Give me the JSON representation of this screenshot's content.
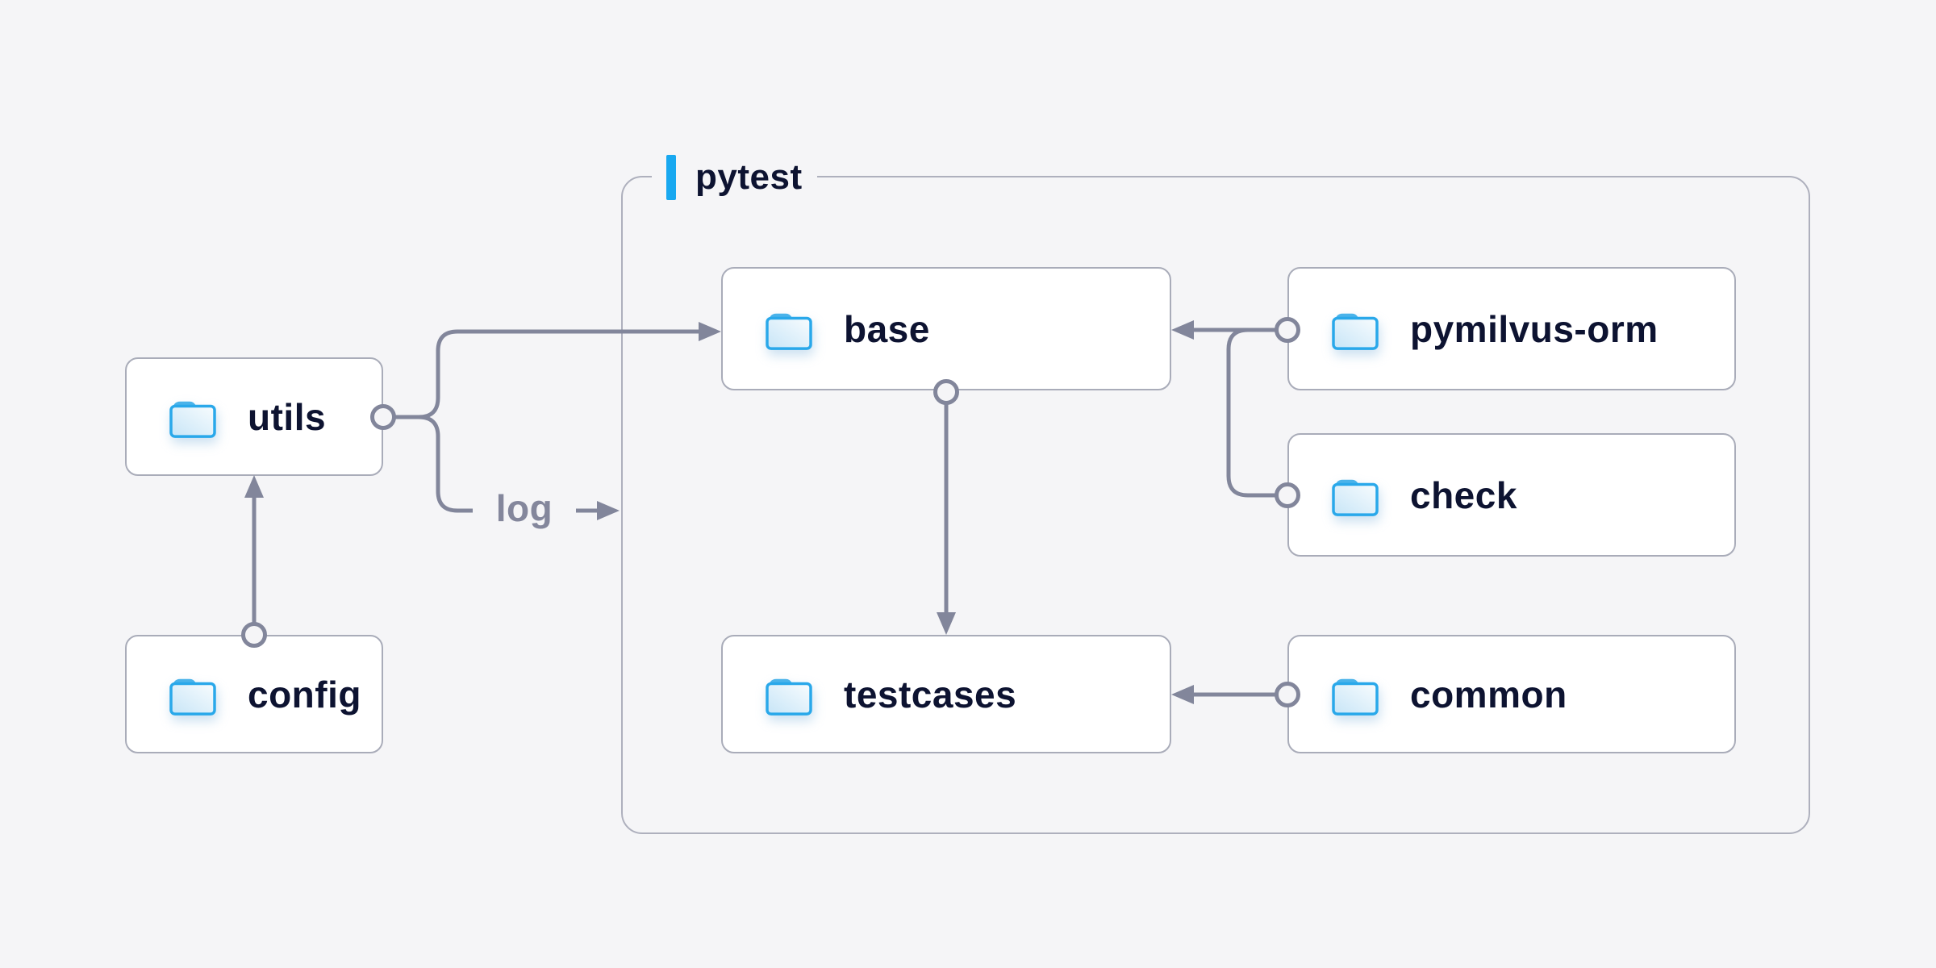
{
  "diagram": {
    "group": {
      "label": "pytest"
    },
    "nodes": {
      "utils": {
        "label": "utils",
        "icon": "folder-icon"
      },
      "config": {
        "label": "config",
        "icon": "folder-icon"
      },
      "base": {
        "label": "base",
        "icon": "folder-icon"
      },
      "pymilvus_orm": {
        "label": "pymilvus-orm",
        "icon": "folder-icon"
      },
      "check": {
        "label": "check",
        "icon": "folder-icon"
      },
      "testcases": {
        "label": "testcases",
        "icon": "folder-icon"
      },
      "common": {
        "label": "common",
        "icon": "folder-icon"
      }
    },
    "edge_label": "log",
    "edges": [
      {
        "from": "config",
        "to": "utils"
      },
      {
        "from": "utils",
        "to": "base"
      },
      {
        "from": "utils",
        "to": "pytest",
        "label": "log"
      },
      {
        "from": "pymilvus-orm",
        "to": "base"
      },
      {
        "from": "check",
        "to": "base"
      },
      {
        "from": "base",
        "to": "testcases"
      },
      {
        "from": "common",
        "to": "testcases"
      }
    ],
    "colors": {
      "background": "#f5f5f7",
      "node_fill": "#ffffff",
      "node_border": "#a9acb9",
      "group_border": "#aeb0bd",
      "connector": "#82869b",
      "label_text": "#0d1331",
      "edge_label_text": "#84879c",
      "accent_blue": "#18a8f0",
      "folder_blue": "#29a8ea"
    }
  }
}
